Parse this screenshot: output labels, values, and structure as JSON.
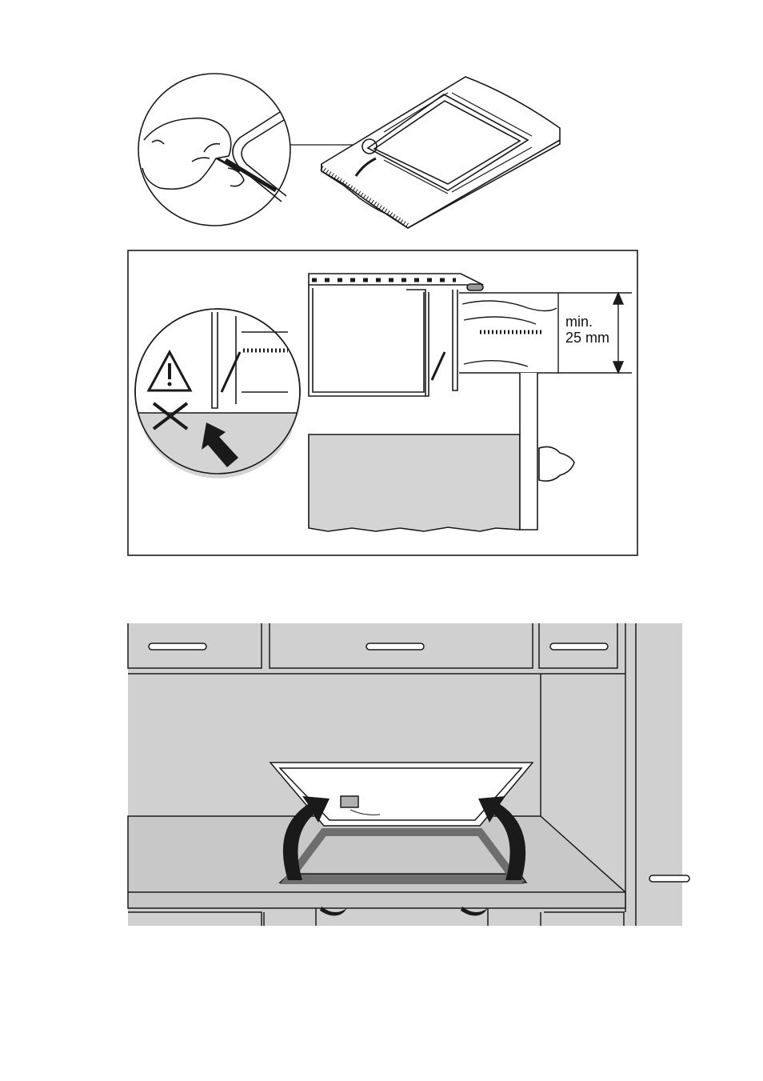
{
  "figure2": {
    "dimension_label_line1": "min.",
    "dimension_label_line2": "25 mm"
  },
  "colors": {
    "line": "#1a1a1a",
    "panel_gray": "#d4d4d4",
    "wall_gray": "#d0d0d0",
    "counter_gray": "#c8c8c8",
    "frame_gray": "#6e6e6e"
  },
  "icons": [
    "magnifier-circle",
    "warning-triangle-icon",
    "cross-icon",
    "arrow-icon",
    "rotation-arrow-icon"
  ]
}
